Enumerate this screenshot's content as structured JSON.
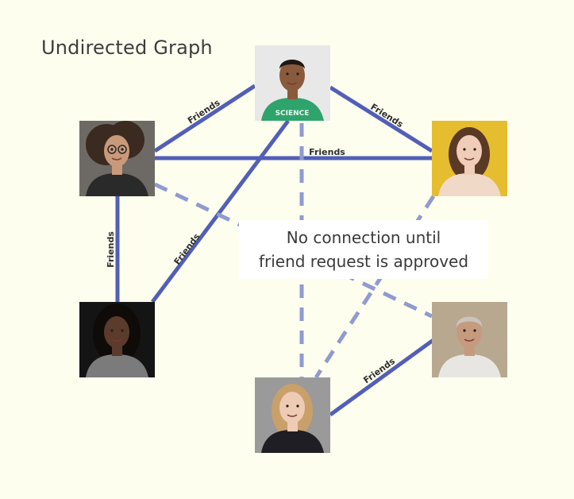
{
  "title": "Undirected Graph",
  "note": {
    "line1": "No connection until",
    "line2": "friend request is approved"
  },
  "colors": {
    "background": "#fefeef",
    "edge_solid": "#525fb8",
    "edge_pending": "#8f9bd0",
    "label": "#2f2f2f"
  },
  "nodes": [
    {
      "id": "top-man",
      "name": "man-in-green-science-shirt",
      "shirt_text": "SCIENCE",
      "bg": "#e8e8e8",
      "skin": "#8a5a3c",
      "hair": "#1f1712",
      "shirt": "#2ea36b"
    },
    {
      "id": "left-woman",
      "name": "curly-haired-woman-with-glasses",
      "bg": "#6d6a66",
      "skin": "#c99a7a",
      "hair": "#3b2a20",
      "shirt": "#2a2a2a"
    },
    {
      "id": "right-woman",
      "name": "woman-on-yellow-background",
      "bg": "#e6bd2e",
      "skin": "#f0cdb8",
      "hair": "#5a3a24",
      "shirt": "#f1d9c7"
    },
    {
      "id": "dark-woman",
      "name": "woman-in-dark-sweater",
      "bg": "#141414",
      "skin": "#5a3b2c",
      "hair": "#0f0b09",
      "shirt": "#7b7b7b"
    },
    {
      "id": "older-man",
      "name": "gray-haired-man-in-workshop",
      "bg": "#b8a890",
      "skin": "#c69a7f",
      "hair": "#c9c4bd",
      "shirt": "#e8e6e2"
    },
    {
      "id": "blonde-woman",
      "name": "blonde-woman-in-black-top",
      "bg": "#9a9a9a",
      "skin": "#eecbb4",
      "hair": "#c9a06a",
      "shirt": "#1e1e24"
    }
  ],
  "edges": [
    {
      "from": "top-man",
      "to": "left-woman",
      "kind": "friends",
      "label": "Friends"
    },
    {
      "from": "top-man",
      "to": "right-woman",
      "kind": "friends",
      "label": "Friends"
    },
    {
      "from": "left-woman",
      "to": "right-woman",
      "kind": "friends",
      "label": "Friends"
    },
    {
      "from": "left-woman",
      "to": "dark-woman",
      "kind": "friends",
      "label": "Friends"
    },
    {
      "from": "top-man",
      "to": "dark-woman",
      "kind": "friends",
      "label": "Friends"
    },
    {
      "from": "blonde-woman",
      "to": "older-man",
      "kind": "friends",
      "label": "Friends"
    },
    {
      "from": "top-man",
      "to": "blonde-woman",
      "kind": "pending",
      "label": ""
    },
    {
      "from": "right-woman",
      "to": "blonde-woman",
      "kind": "pending",
      "label": ""
    },
    {
      "from": "left-woman",
      "to": "older-man",
      "kind": "pending",
      "label": ""
    }
  ]
}
